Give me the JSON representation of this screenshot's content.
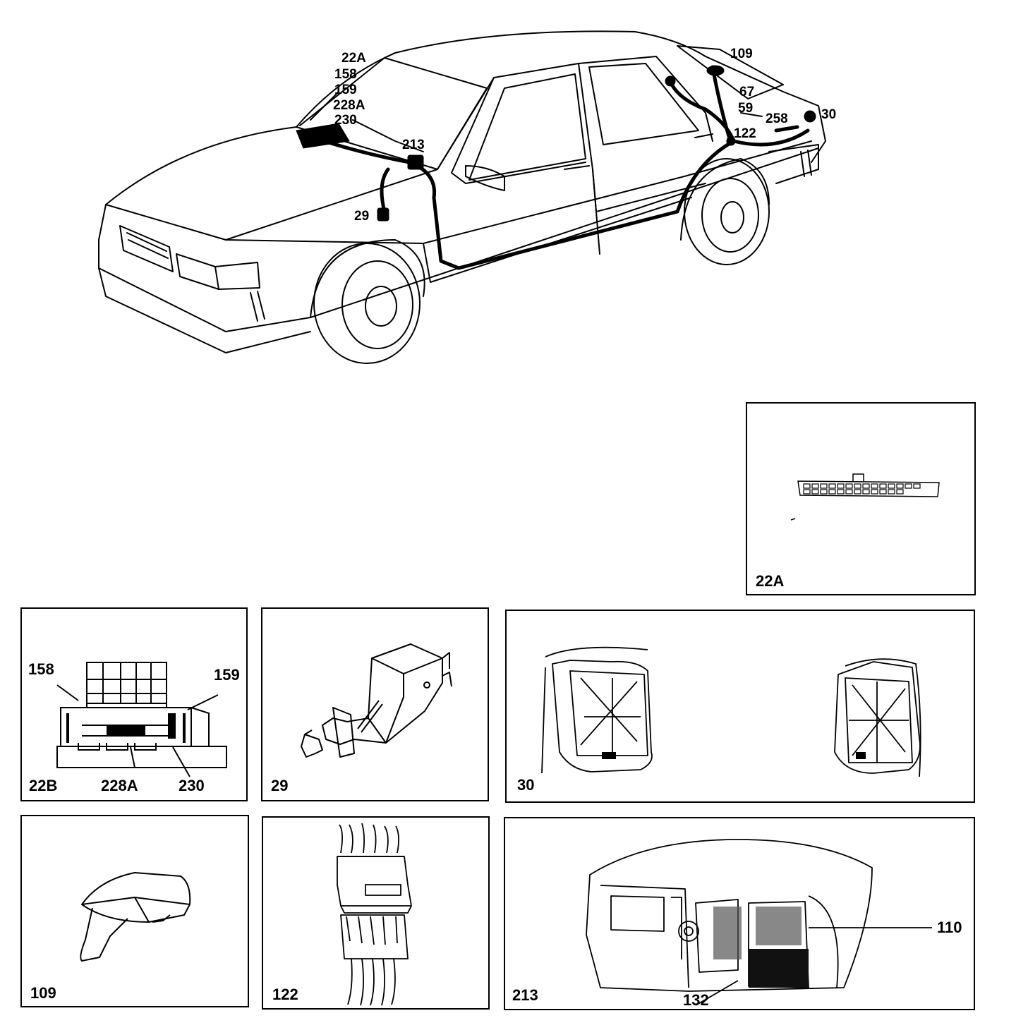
{
  "diagram": {
    "car_callouts": {
      "c22A": "22A",
      "c158": "158",
      "c159": "159",
      "c228A": "228A",
      "c230": "230",
      "c213": "213",
      "c29": "29",
      "c109": "109",
      "c67": "67",
      "c59": "59",
      "c258": "258",
      "c30": "30",
      "c122": "122"
    },
    "panels": {
      "p22A": {
        "label": "22A"
      },
      "p22B": {
        "label": "22B",
        "c158": "158",
        "c159": "159",
        "c228A": "228A",
        "c230": "230"
      },
      "p29": {
        "label": "29"
      },
      "p30": {
        "label": "30"
      },
      "p109": {
        "label": "109"
      },
      "p122": {
        "label": "122"
      },
      "p213": {
        "label": "213",
        "c110": "110",
        "c132": "132"
      }
    }
  }
}
